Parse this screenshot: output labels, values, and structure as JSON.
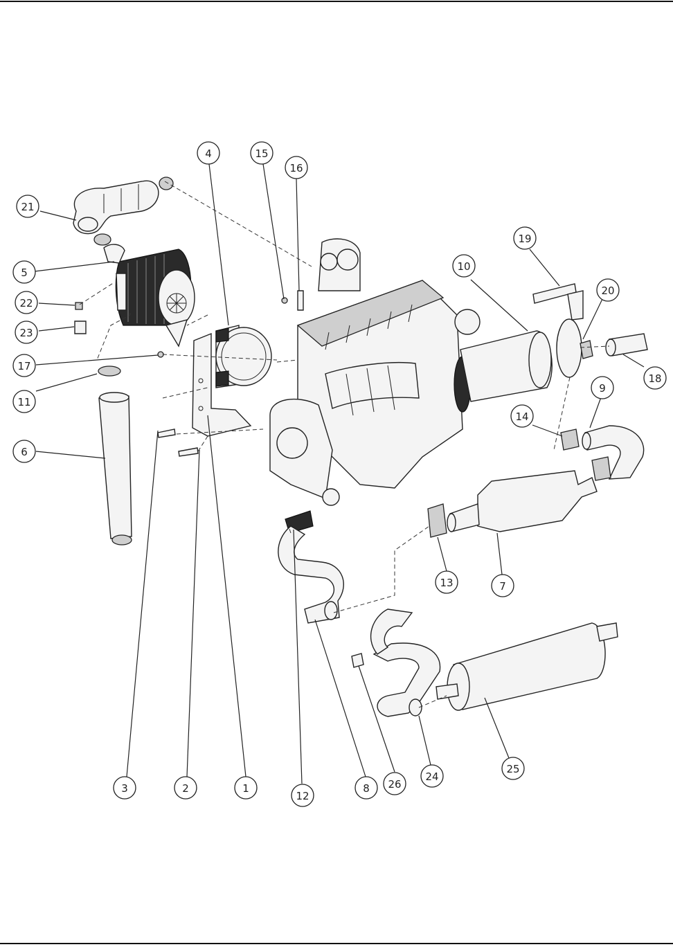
{
  "callouts": [
    {
      "id": "c1",
      "label": "1"
    },
    {
      "id": "c2",
      "label": "2"
    },
    {
      "id": "c3",
      "label": "3"
    },
    {
      "id": "c4",
      "label": "4"
    },
    {
      "id": "c5",
      "label": "5"
    },
    {
      "id": "c6",
      "label": "6"
    },
    {
      "id": "c7",
      "label": "7"
    },
    {
      "id": "c8",
      "label": "8"
    },
    {
      "id": "c9",
      "label": "9"
    },
    {
      "id": "c10",
      "label": "10"
    },
    {
      "id": "c11",
      "label": "11"
    },
    {
      "id": "c12",
      "label": "12"
    },
    {
      "id": "c13",
      "label": "13"
    },
    {
      "id": "c14",
      "label": "14"
    },
    {
      "id": "c15",
      "label": "15"
    },
    {
      "id": "c16",
      "label": "16"
    },
    {
      "id": "c17",
      "label": "17"
    },
    {
      "id": "c18",
      "label": "18"
    },
    {
      "id": "c19",
      "label": "19"
    },
    {
      "id": "c20",
      "label": "20"
    },
    {
      "id": "c21",
      "label": "21"
    },
    {
      "id": "c22",
      "label": "22"
    },
    {
      "id": "c23",
      "label": "23"
    },
    {
      "id": "c24",
      "label": "24"
    },
    {
      "id": "c25",
      "label": "25"
    },
    {
      "id": "c26",
      "label": "26"
    }
  ]
}
